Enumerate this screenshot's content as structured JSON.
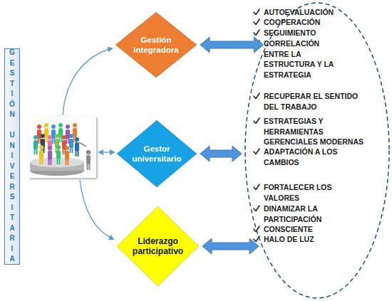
{
  "diagram": {
    "nodes": [
      {
        "text": [
          "GESTIÓN UNIVERSITARIA"
        ]
      },
      {
        "text": [
          "Gestión integradora"
        ]
      },
      {
        "text": [
          "Gestor universitario"
        ]
      },
      {
        "text": [
          "Liderazgo participativo"
        ]
      },
      {
        "text": [
          "AUTOEVALUACIÓN",
          "COOPERACIÓN",
          "SEGUIMIENTO",
          "CORRELACIÓN ENTRE LA ESTRUCTURA Y LA ESTRATEGIA",
          "RECUPERAR EL SENTIDO DEL TRABAJO",
          "ESTRATEGIAS Y HERRAMIENTAS GERENCIALES MODERNAS",
          "ADAPTACIÓN A LOS CAMBIOS",
          "FORTALECER LOS VALORES",
          "DINAMIZAR LA PARTICIPACIÓN",
          "CONSCIENTE",
          "HALO DE LUZ"
        ]
      }
    ],
    "edges": [
      {
        "from": 1,
        "to": 4,
        "arrow": "both"
      },
      {
        "from": 2,
        "to": 4,
        "arrow": "both"
      },
      {
        "from": 3,
        "to": 4,
        "arrow": "both"
      }
    ]
  }
}
